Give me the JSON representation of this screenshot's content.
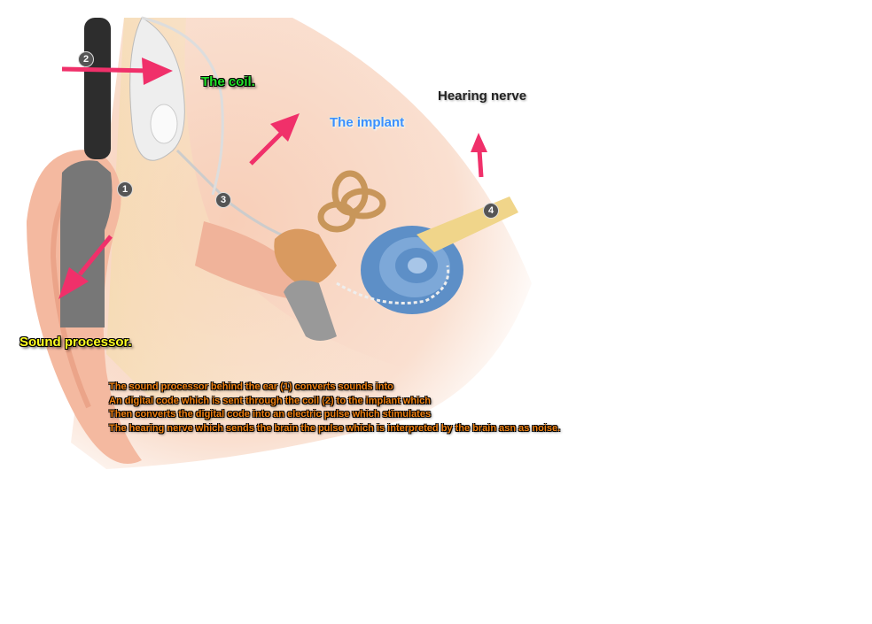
{
  "labels": {
    "coil": "The coil.",
    "implant": "The implant",
    "nerve": "Hearing nerve",
    "processor": "Sound processor."
  },
  "markers": [
    "1",
    "2",
    "3",
    "4"
  ],
  "description": [
    "The sound processor  behind the ear (1)  converts sounds into",
    "An digital code which is sent through the coil (2) to the implant which",
    "Then converts the digital code into an electric pulse which stimulates",
    "The hearing nerve which sends the brain the pulse which is interpreted  by the brain asn as noise."
  ],
  "colors": {
    "arrow": "#f0306a",
    "coil_label": "#22e02a",
    "implant_label": "#3a8fff",
    "processor_label": "#ffff20",
    "description": "#f08010"
  }
}
